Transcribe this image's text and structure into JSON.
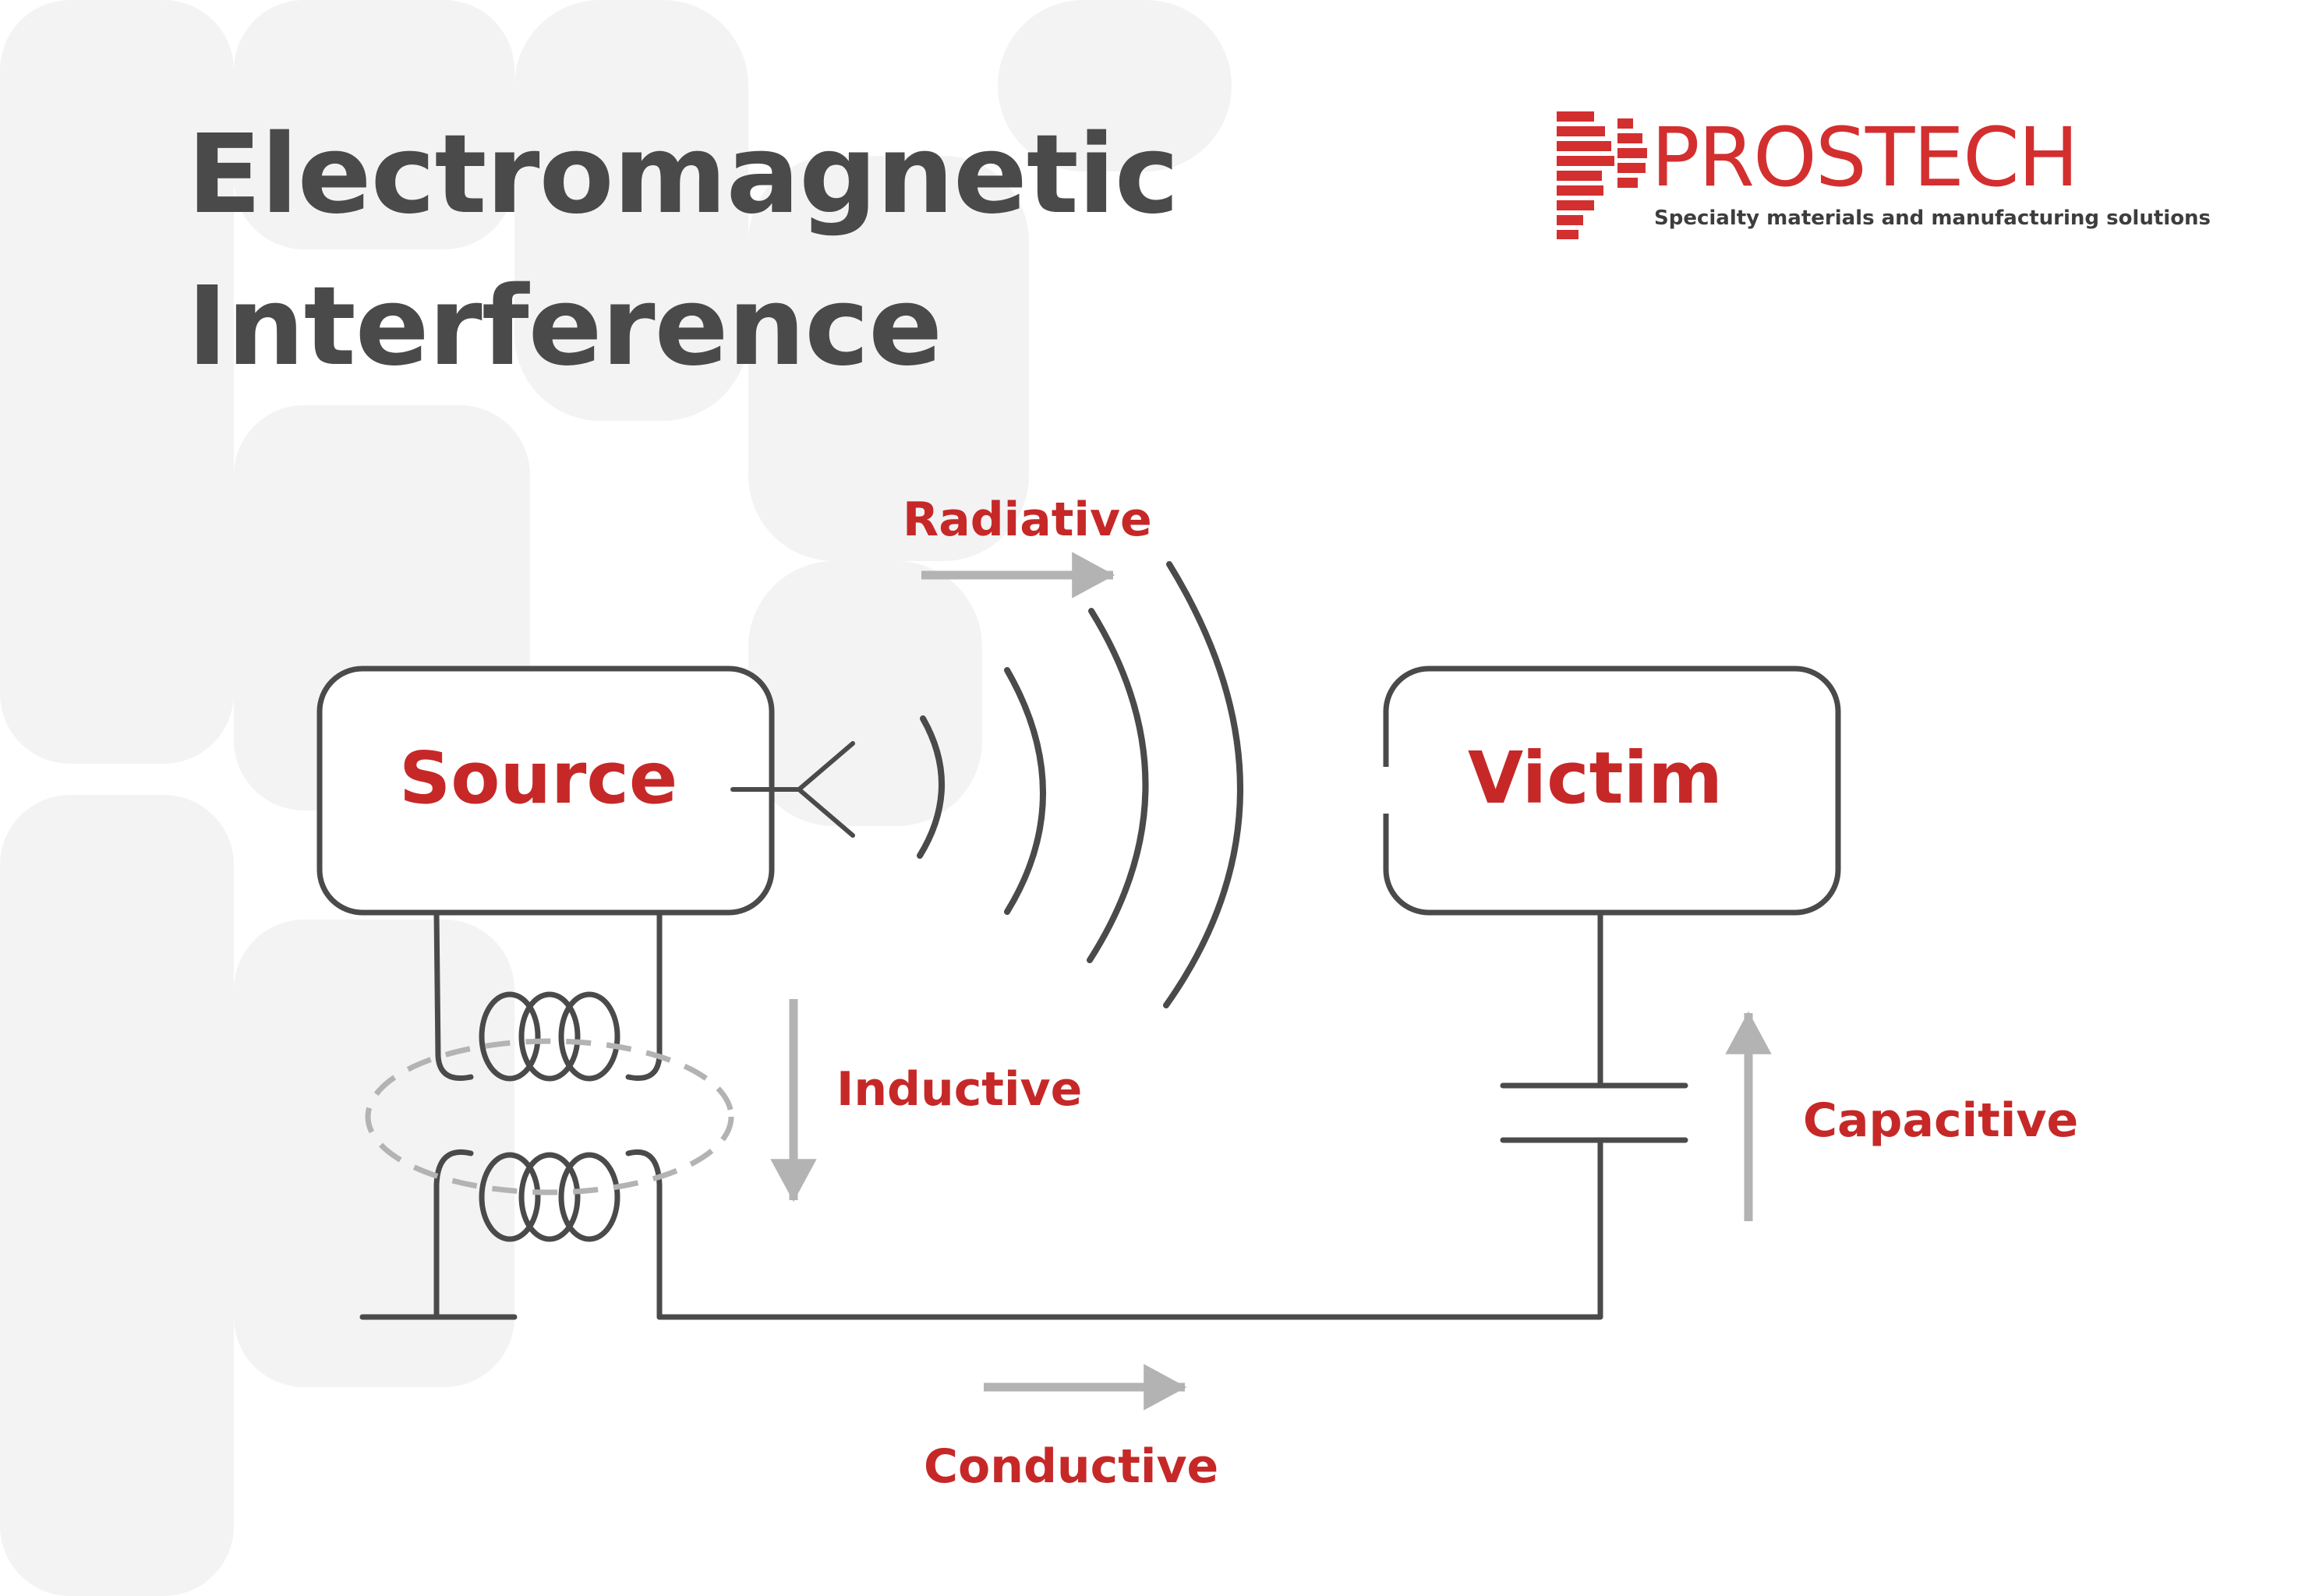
{
  "title": {
    "line1": "Electromagnetic",
    "line2": "Interference"
  },
  "brand": {
    "name": "PROSTECH",
    "tagline": "Specialty materials and manufacturing solutions"
  },
  "diagram": {
    "source_label": "Source",
    "victim_label": "Victim",
    "coupling": {
      "radiative": "Radiative",
      "inductive": "Inductive",
      "capacitive": "Capacitive",
      "conductive": "Conductive"
    }
  },
  "colors": {
    "title": "#4a4a4a",
    "accent": "#c62828",
    "line": "#4a4a4a",
    "arrow": "#b3b3b3",
    "background_shape": "#f3f3f3"
  }
}
